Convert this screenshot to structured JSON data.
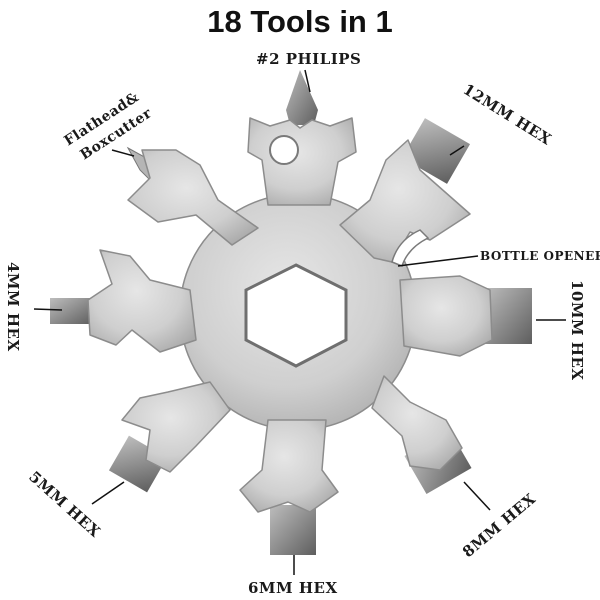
{
  "title": "18 Tools in 1",
  "labels": {
    "philips": "#2 PHILIPS",
    "hex12": "12MM HEX",
    "flathead_line1": "Flathead&",
    "flathead_line2": "Boxcutter",
    "bottle": "BOTTLE OPENER",
    "hex4": "4MM HEX",
    "hex10": "10MM HEX",
    "hex5": "5MM HEX",
    "hex8": "8MM HEX",
    "hex6": "6MM HEX"
  },
  "colors": {
    "steel": "#c9c9c9",
    "steel_edge": "#8c8c8c",
    "text": "#1a1a1a"
  }
}
